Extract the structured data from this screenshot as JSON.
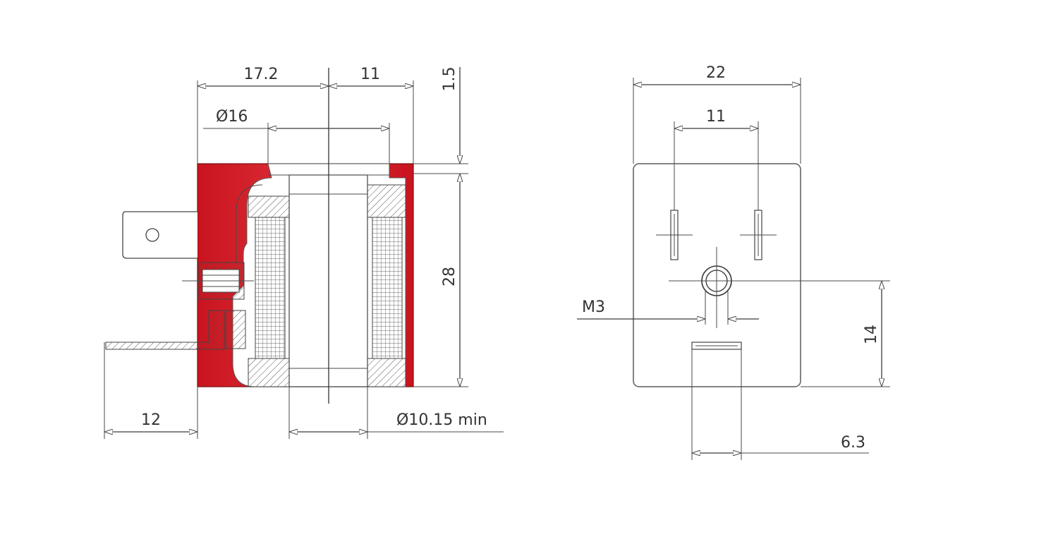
{
  "dimensions": {
    "d_17_2": "17.2",
    "d_11_top": "11",
    "d_1_5": "1.5",
    "d_16": "Ø16",
    "d_28": "28",
    "d_12": "12",
    "d_10_15": "Ø10.15 min",
    "d_22": "22",
    "d_11_right": "11",
    "d_m3": "M3",
    "d_14": "14",
    "d_6_3": "6.3"
  },
  "colors": {
    "housing_red": "#d8202a",
    "line": "#3a3a3a"
  }
}
